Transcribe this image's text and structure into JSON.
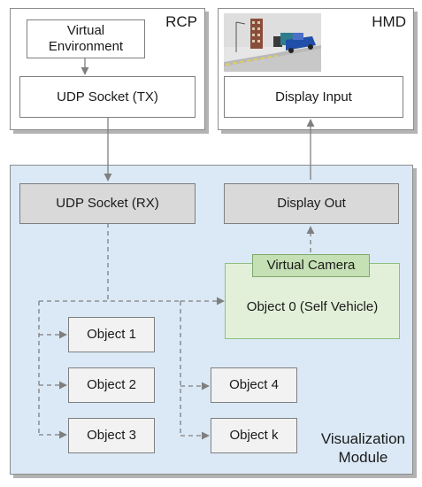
{
  "panels": {
    "rcp": {
      "title": "RCP"
    },
    "hmd": {
      "title": "HMD"
    },
    "viz": {
      "title_line1": "Visualization",
      "title_line2": "Module"
    }
  },
  "nodes": {
    "virtual_env_line1": "Virtual",
    "virtual_env_line2": "Environment",
    "udp_tx": "UDP Socket (TX)",
    "display_input": "Display Input",
    "udp_rx": "UDP Socket (RX)",
    "display_out": "Display Out",
    "virtual_camera": "Virtual Camera",
    "object0": "Object 0 (Self Vehicle)",
    "object1": "Object 1",
    "object2": "Object 2",
    "object3": "Object 3",
    "object4": "Object 4",
    "objectk": "Object k"
  },
  "colors": {
    "module_bg": "#dbe9f6",
    "gray_box": "#d9d9d9",
    "green_box": "#e2f0d9",
    "green_tab": "#c5e0b4",
    "arrow": "#7f7f7f"
  }
}
